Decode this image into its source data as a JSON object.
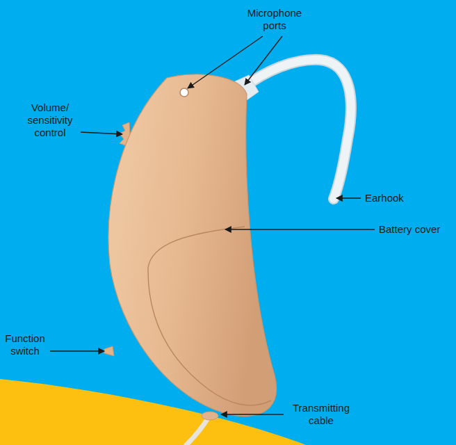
{
  "diagram": {
    "labels": [
      "Microphone ports",
      "Volume/ sensitivity control",
      "Earhook",
      "Battery cover",
      "Function switch",
      "Transmitting cable"
    ]
  }
}
